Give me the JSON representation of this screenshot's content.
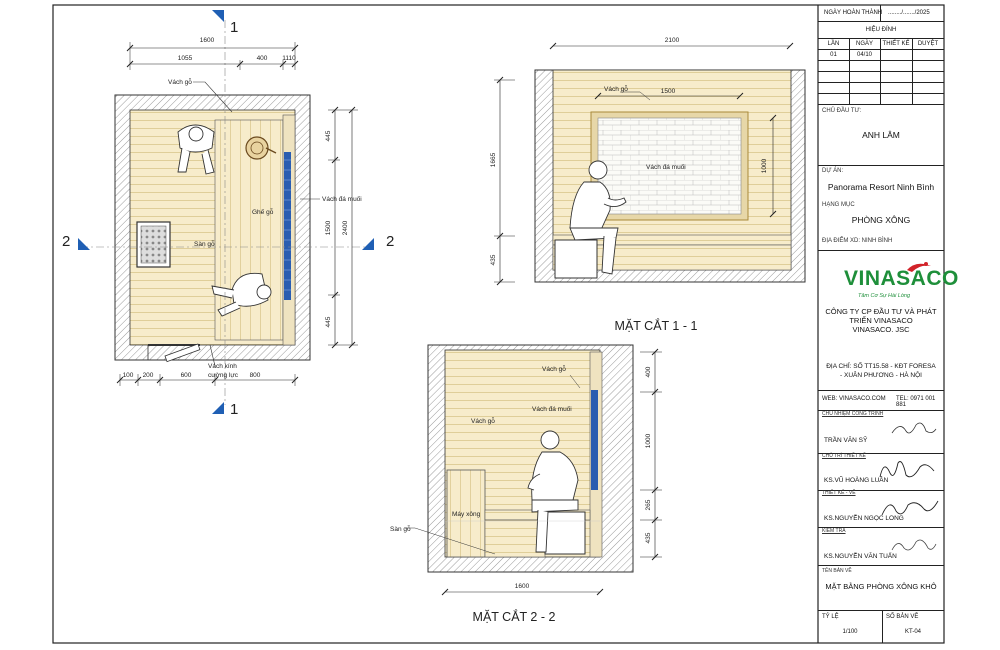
{
  "plan": {
    "dims_top": [
      "1600",
      "1055",
      "400",
      "1110"
    ],
    "dims_bottom": [
      "100",
      "200",
      "600",
      "800"
    ],
    "dims_right": [
      "445",
      "1500",
      "445",
      "2400"
    ],
    "labels": {
      "vach_go": "Vách gỗ",
      "ghe_go": "Ghế gỗ",
      "san_go": "Sàn gỗ",
      "vach_da_muoi": "Vách đá muối",
      "vach_kinh": "Vách kính",
      "cuong_luc": "cường lực"
    },
    "section_marks": [
      "1",
      "1",
      "2",
      "2"
    ]
  },
  "section11": {
    "title": "MẶT CẮT 1 - 1",
    "dims": [
      "2100",
      "1500",
      "1665",
      "435",
      "1000"
    ],
    "labels": {
      "vach_go": "Vách gỗ",
      "vach_da_muoi": "Vách đá muối"
    }
  },
  "section22": {
    "title": "MẶT CẮT 2 - 2",
    "dims": [
      "1600",
      "400",
      "1000",
      "265",
      "435"
    ],
    "labels": {
      "vach_go_top": "Vách gỗ",
      "vach_da_muoi": "Vách đá muối",
      "vach_go_left": "Vách gỗ",
      "may_xong": "Máy xông",
      "san_go": "Sàn gỗ"
    }
  },
  "title_block": {
    "ngay_hoan_thanh_label": "NGÀY HOÀN THÀNH",
    "ngay_hoan_thanh_value": "......../......./2025",
    "hieu_dinh": "HIỆU ĐÍNH",
    "rev_headers": [
      "LẦN",
      "NGÀY",
      "THIẾT KẾ",
      "DUYỆT"
    ],
    "rev_row": [
      "01",
      "04/10",
      "",
      ""
    ],
    "chu_dau_tu_label": "CHỦ ĐẦU TƯ:",
    "chu_dau_tu": "ANH LÂM",
    "du_an_label": "DỰ ÁN:",
    "du_an": "Panorama Resort Ninh Bình",
    "hang_muc_label": "HẠNG MỤC",
    "hang_muc": "PHÒNG XÔNG",
    "dia_diem": "ĐỊA ĐIỂM XD: NINH BÌNH",
    "logo_text": "VINASACO",
    "logo_slogan": "Tâm Cơ Sự Hài Lòng",
    "company_lines": [
      "CÔNG TY CP ĐẦU TƯ VÀ PHÁT",
      "TRIỂN VINASACO",
      "VINASACO. JSC"
    ],
    "address_lines": [
      "ĐỊA CHỈ: SỐ TT15.58 - KĐT FORESA",
      "- XUÂN PHƯƠNG - HÀ NỘI"
    ],
    "web": "WEB: VINASACO.COM",
    "tel": "TEL: 0971 001 881",
    "roles": [
      {
        "role": "CHỦ NHIỆM CÔNG TRÌNH",
        "name": "TRẦN VĂN SỸ"
      },
      {
        "role": "CHỦ TRÌ THIẾT KẾ",
        "name": "KS.VŨ HOÀNG LUÂN"
      },
      {
        "role": "THIẾT KẾ - VẼ",
        "name": "KS.NGUYỄN NGỌC LONG"
      },
      {
        "role": "KIỂM TRA",
        "name": "KS.NGUYỄN VĂN TUẤN"
      }
    ],
    "ten_ban_ve_label": "TÊN BẢN VẼ",
    "ten_ban_ve": "MẶT BẰNG PHÒNG XÔNG KHÔ",
    "ty_le_label": "TỶ LỆ",
    "ty_le": "1/100",
    "so_ban_ve_label": "SỐ BẢN VẼ",
    "so_ban_ve": "KT-04"
  },
  "colors": {
    "wood": "#f7eccb",
    "wood_line": "#d8c489",
    "salt": "#e7d7a8",
    "blue": "#2a5db0",
    "mark": "#1f5fb4",
    "logo": "#1e8f3a"
  }
}
